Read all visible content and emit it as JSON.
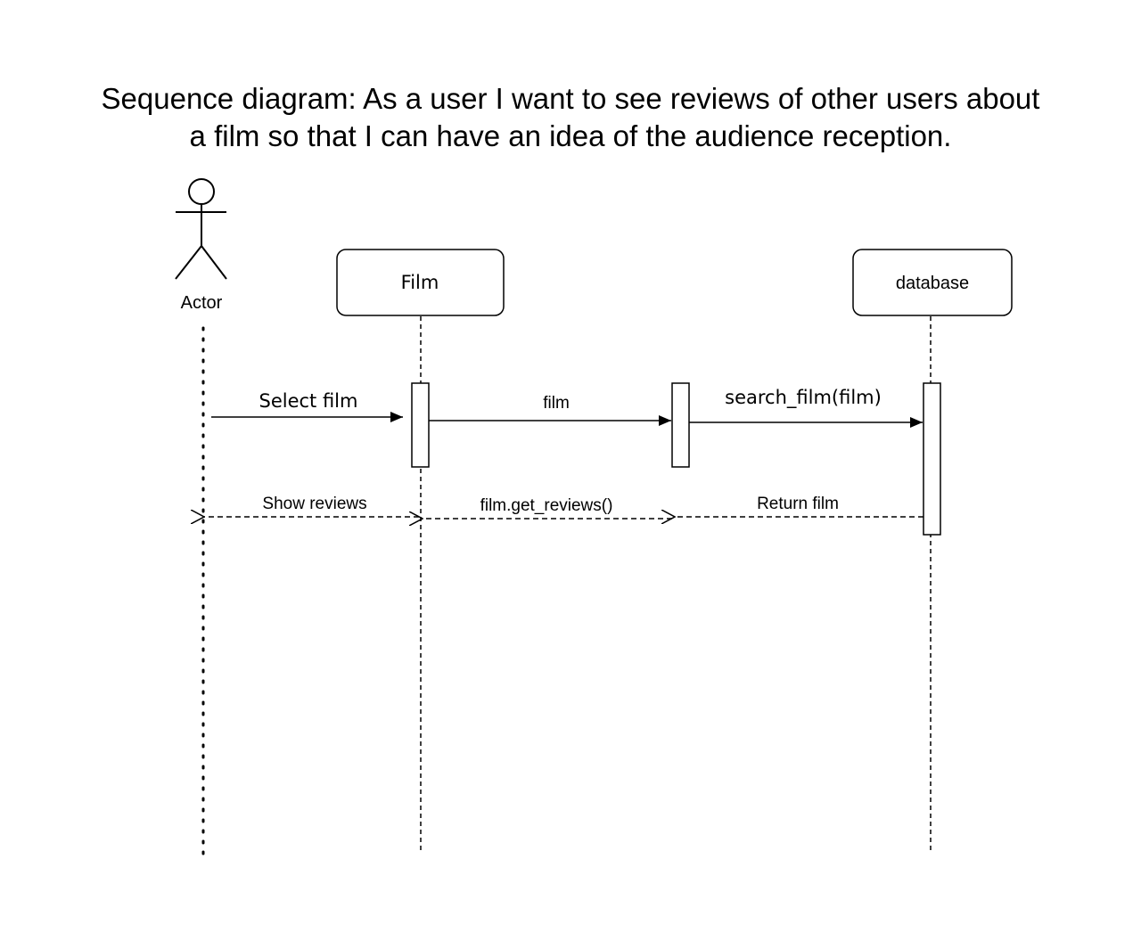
{
  "title": {
    "line1": "Sequence diagram: As a user I want to see reviews of other users about",
    "line2": "a film so that I can have an idea of the audience reception."
  },
  "actor": {
    "label": "Actor",
    "icon": "stick-figure-icon"
  },
  "participants": [
    {
      "id": "film",
      "label": "Film"
    },
    {
      "id": "database",
      "label": "database"
    }
  ],
  "messages": [
    {
      "id": "select_film",
      "label": "Select film",
      "from": "Actor",
      "to": "Film",
      "kind": "synchronous"
    },
    {
      "id": "film",
      "label": "film",
      "from": "Film",
      "to": "unnamed activation",
      "kind": "synchronous"
    },
    {
      "id": "search_film",
      "label": "search_film(film)",
      "from": "unnamed activation",
      "to": "database",
      "kind": "synchronous"
    },
    {
      "id": "return_film",
      "label": "Return film",
      "from": "database",
      "to": "unnamed activation",
      "kind": "return"
    },
    {
      "id": "get_reviews",
      "label": "film.get_reviews()",
      "from": "unnamed activation",
      "to": "Film",
      "kind": "return"
    },
    {
      "id": "show_reviews",
      "label": "Show reviews",
      "from": "Film",
      "to": "Actor",
      "kind": "return"
    }
  ],
  "colors": {
    "line": "#000000",
    "background": "#ffffff"
  }
}
